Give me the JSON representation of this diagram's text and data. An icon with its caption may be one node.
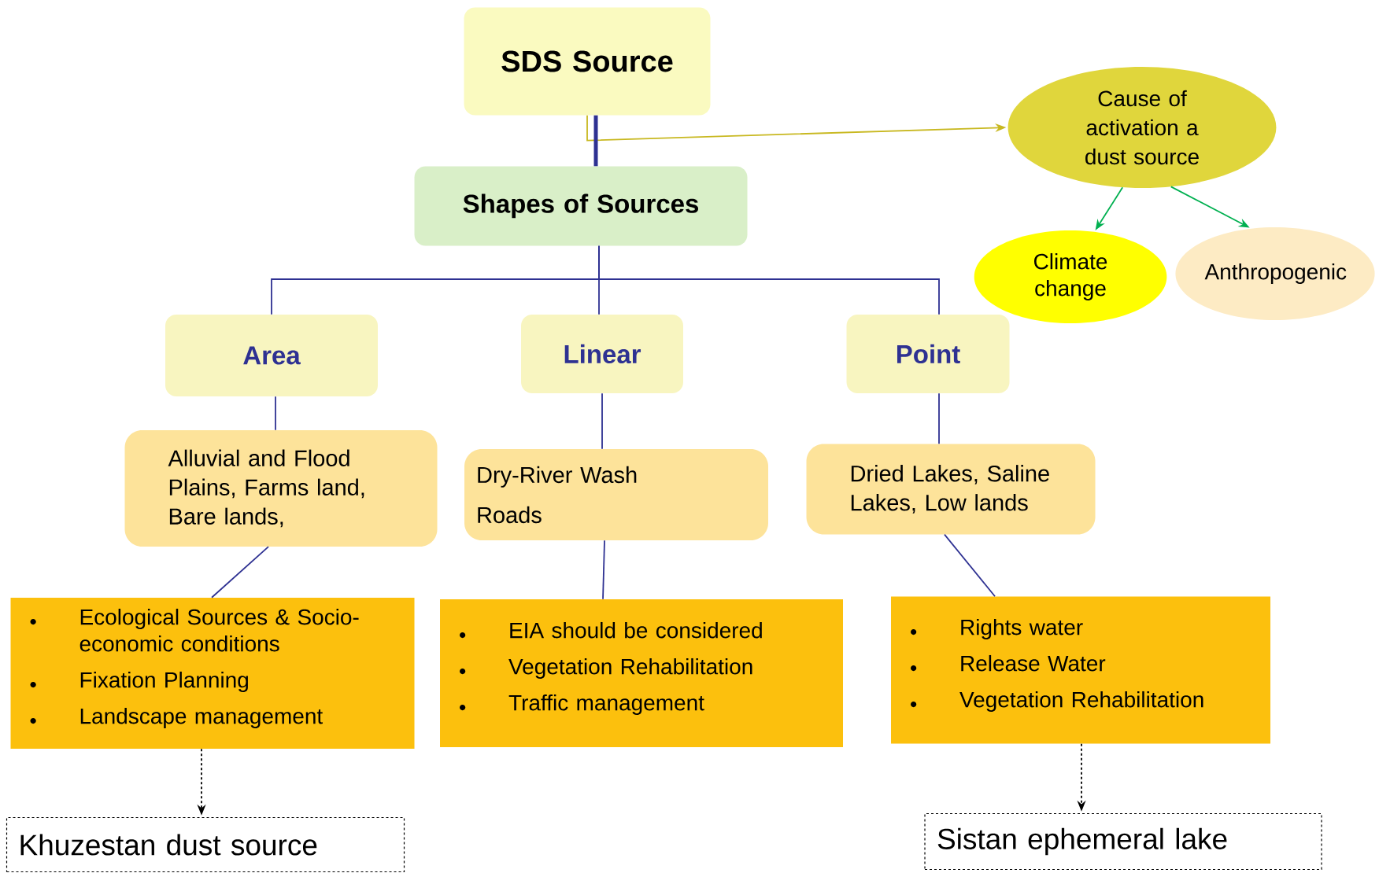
{
  "diagram": {
    "nodes": [
      {
        "text": [
          "SDS Source"
        ]
      },
      {
        "text": [
          "Shapes of Sources"
        ]
      },
      {
        "text": [
          "Cause of activation a dust source"
        ]
      },
      {
        "text": [
          "Climate change"
        ]
      },
      {
        "text": [
          "Anthropogenic"
        ]
      },
      {
        "text": [
          "Area"
        ]
      },
      {
        "text": [
          "Linear"
        ]
      },
      {
        "text": [
          "Point"
        ]
      },
      {
        "text": [
          "Alluvial and Flood Plains, Farms land, Bare lands,"
        ]
      },
      {
        "text": [
          "Dry-River Wash",
          "Roads"
        ]
      },
      {
        "text": [
          "Dried Lakes, Saline Lakes, Low lands"
        ]
      },
      {
        "text": [
          "Ecological Sources & Socio-economic conditions",
          "Fixation Planning",
          "Landscape management"
        ]
      },
      {
        "text": [
          "EIA should be considered",
          "Vegetation Rehabilitation",
          "Traffic management"
        ]
      },
      {
        "text": [
          "Rights water",
          "Release Water",
          "Vegetation Rehabilitation"
        ]
      },
      {
        "text": [
          "Khuzestan dust source"
        ]
      },
      {
        "text": [
          "Sistan ephemeral lake"
        ]
      }
    ],
    "edges": [
      {
        "from": 0,
        "to": 2,
        "arrow": "to",
        "color": "#c8b820"
      },
      {
        "from": 0,
        "to": 1,
        "arrow": "none",
        "style": "thick"
      },
      {
        "from": 2,
        "to": 3,
        "arrow": "to",
        "color": "#00b050"
      },
      {
        "from": 2,
        "to": 4,
        "arrow": "to",
        "color": "#00b050"
      },
      {
        "from": 1,
        "to": 5,
        "arrow": "none"
      },
      {
        "from": 1,
        "to": 6,
        "arrow": "none"
      },
      {
        "from": 1,
        "to": 7,
        "arrow": "none"
      },
      {
        "from": 5,
        "to": 8,
        "arrow": "none"
      },
      {
        "from": 6,
        "to": 9,
        "arrow": "none"
      },
      {
        "from": 7,
        "to": 10,
        "arrow": "none"
      },
      {
        "from": 8,
        "to": 11,
        "arrow": "none"
      },
      {
        "from": 9,
        "to": 12,
        "arrow": "none"
      },
      {
        "from": 10,
        "to": 13,
        "arrow": "none"
      },
      {
        "from": 11,
        "to": 14,
        "arrow": "to",
        "style": "dashed",
        "color": "#000000"
      },
      {
        "from": 13,
        "to": 15,
        "arrow": "to",
        "style": "dashed",
        "color": "#000000"
      }
    ]
  }
}
